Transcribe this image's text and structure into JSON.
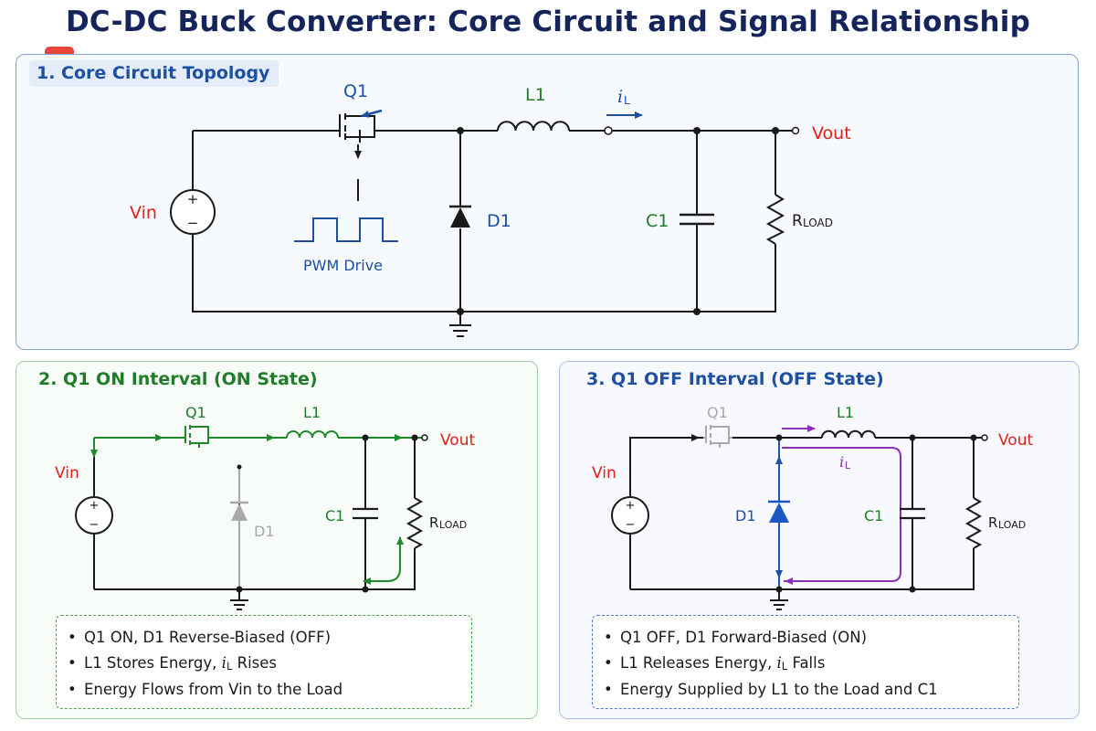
{
  "title": "DC-DC Buck Converter: Core Circuit and Signal Relationship",
  "panels": {
    "topology": {
      "title": "1. Core Circuit Topology",
      "labels": {
        "vin": "Vin",
        "q1": "Q1",
        "l1": "L1",
        "il_main": "i",
        "il_sub": "L",
        "vout": "Vout",
        "d1": "D1",
        "c1": "C1",
        "rload_main": "R",
        "rload_sub": "LOAD",
        "pwm": "PWM Drive",
        "plus": "+",
        "minus": "−"
      }
    },
    "on_state": {
      "title": "2. Q1 ON Interval (ON State)",
      "labels": {
        "vin": "Vin",
        "q1": "Q1",
        "l1": "L1",
        "vout": "Vout",
        "d1": "D1",
        "c1": "C1",
        "rload_main": "R",
        "rload_sub": "LOAD",
        "plus": "+",
        "minus": "−"
      },
      "notes": [
        {
          "text": "Q1 ON, D1 Reverse-Biased (OFF)"
        },
        {
          "pre": "L1 Stores Energy, ",
          "sym": "i",
          "sub": "L",
          "post": " Rises"
        },
        {
          "text": "Energy Flows from Vin to the Load"
        }
      ]
    },
    "off_state": {
      "title": "3. Q1 OFF Interval (OFF State)",
      "labels": {
        "vin": "Vin",
        "q1": "Q1",
        "l1": "L1",
        "il_main": "i",
        "il_sub": "L",
        "vout": "Vout",
        "d1": "D1",
        "c1": "C1",
        "rload_main": "R",
        "rload_sub": "LOAD",
        "plus": "+",
        "minus": "−"
      },
      "notes": [
        {
          "text": "Q1 OFF, D1 Forward-Biased (ON)"
        },
        {
          "pre": "L1 Releases Energy, ",
          "sym": "i",
          "sub": "L",
          "post": " Falls"
        },
        {
          "text": "Energy Supplied by L1 to the Load and C1"
        }
      ]
    }
  },
  "colors": {
    "title": "#16245c",
    "red_label": "#e0201b",
    "blue_label": "#1d4fa3",
    "green_label": "#1f7d2a",
    "wire": "#1a1a1a",
    "on_path": "#1f8a2c",
    "off_path_diode": "#1a56c4",
    "off_path_current": "#8e2fb8",
    "disabled": "#a9a9a9"
  }
}
